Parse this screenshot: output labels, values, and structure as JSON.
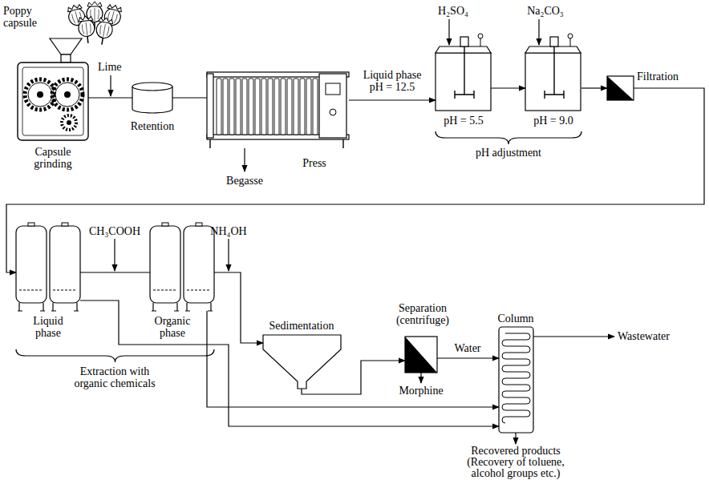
{
  "diagram": {
    "nodes": [
      {
        "text": [
          "Poppy capsule"
        ]
      },
      {
        "text": [
          "Capsule grinding"
        ]
      },
      {
        "text": [
          "Retention"
        ]
      },
      {
        "text": [
          "Press"
        ]
      },
      {
        "text": [
          "pH = 5.5"
        ]
      },
      {
        "text": [
          "pH = 9.0"
        ]
      },
      {
        "text": [
          "Filtration"
        ]
      },
      {
        "text": [
          "Liquid phase"
        ]
      },
      {
        "text": [
          "Organic phase"
        ]
      },
      {
        "text": [
          "Sedimentation"
        ]
      },
      {
        "text": [
          "Separation (centrifuge)"
        ]
      },
      {
        "text": [
          "Column"
        ]
      }
    ],
    "edges": [
      {
        "from": 1,
        "to": 2,
        "arrow": "none"
      },
      {
        "from": 2,
        "to": 3,
        "arrow": "none"
      },
      {
        "from": 3,
        "to": 4,
        "arrow": "to",
        "label": "Liquid phase pH = 12.5"
      },
      {
        "from": 4,
        "to": 5,
        "arrow": "to"
      },
      {
        "from": 5,
        "to": 6,
        "arrow": "to"
      },
      {
        "from": 6,
        "to": 7,
        "arrow": "to"
      },
      {
        "from": 7,
        "to": 8,
        "arrow": "none"
      },
      {
        "from": 8,
        "to": 9,
        "arrow": "to"
      },
      {
        "from": 9,
        "to": 10,
        "arrow": "to"
      },
      {
        "from": 10,
        "to": 11,
        "arrow": "to",
        "label": "Water"
      },
      {
        "from": 8,
        "to": 11,
        "arrow": "to"
      },
      {
        "from": 7,
        "to": 11,
        "arrow": "to"
      }
    ],
    "labels": [
      "Lime",
      "H₂SO₄",
      "Na₂CO₃",
      "pH adjustment",
      "Begasse",
      "CH₃COOH",
      "NH₄OH",
      "Morphine",
      "Wastewater",
      "Recovered products (Recovery of toluene, alcohol groups etc.)",
      "Extraction with organic chemicals"
    ]
  }
}
